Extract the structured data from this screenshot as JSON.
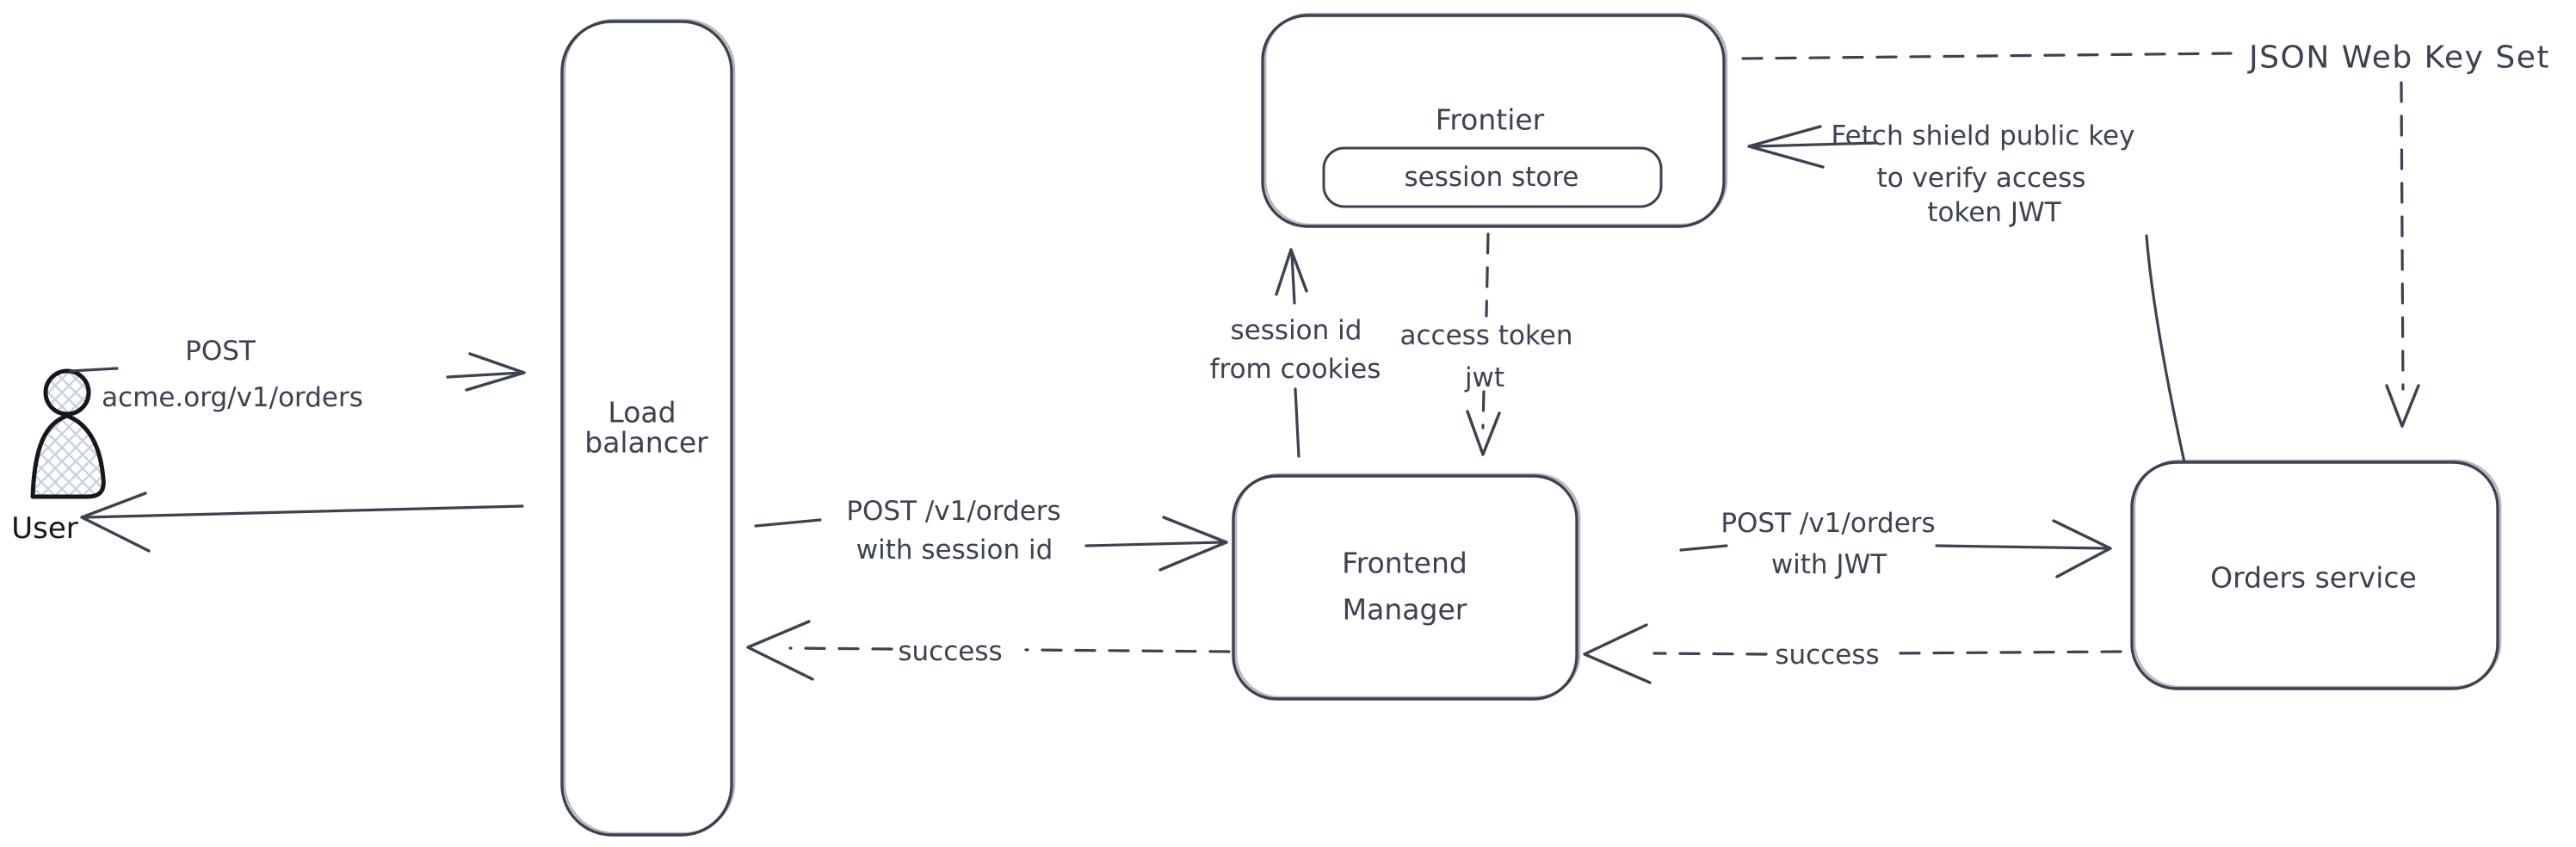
{
  "colors": {
    "background": "#ffffff",
    "stroke": "#3b4250",
    "user_stroke": "#15171c",
    "hatch": "#c9d3de"
  },
  "nodes": {
    "user": {
      "label": "User"
    },
    "load_balancer": {
      "lines": [
        "Load",
        "balancer"
      ]
    },
    "frontier": {
      "label": "Frontier"
    },
    "session_store": {
      "label": "session store"
    },
    "frontend_manager": {
      "lines": [
        "Frontend",
        "Manager"
      ]
    },
    "orders_service": {
      "label": "Orders service"
    }
  },
  "edges": {
    "user_to_load_balancer": {
      "style": "solid",
      "lines": [
        "POST",
        "acme.org/v1/orders"
      ]
    },
    "load_balancer_to_user": {
      "style": "solid"
    },
    "load_balancer_to_frontend_manager": {
      "style": "solid",
      "lines": [
        "POST /v1/orders",
        "with session id"
      ]
    },
    "frontend_manager_to_load_balancer": {
      "style": "dashed",
      "label": "success"
    },
    "frontend_manager_to_frontier": {
      "style": "solid",
      "lines": [
        "session id",
        "from cookies"
      ]
    },
    "frontier_to_frontend_manager": {
      "style": "dashed",
      "lines": [
        "access token",
        "jwt"
      ]
    },
    "frontend_manager_to_orders_service": {
      "style": "solid",
      "lines": [
        "POST /v1/orders",
        "with JWT"
      ]
    },
    "orders_service_to_frontend_manager": {
      "style": "dashed",
      "label": "success"
    },
    "orders_service_to_frontier": {
      "style": "solid",
      "lines": [
        "Fetch shield public key",
        "to verify access",
        "token JWT"
      ]
    },
    "jwks": {
      "style": "dashed",
      "label": "JSON Web Key Set"
    }
  }
}
